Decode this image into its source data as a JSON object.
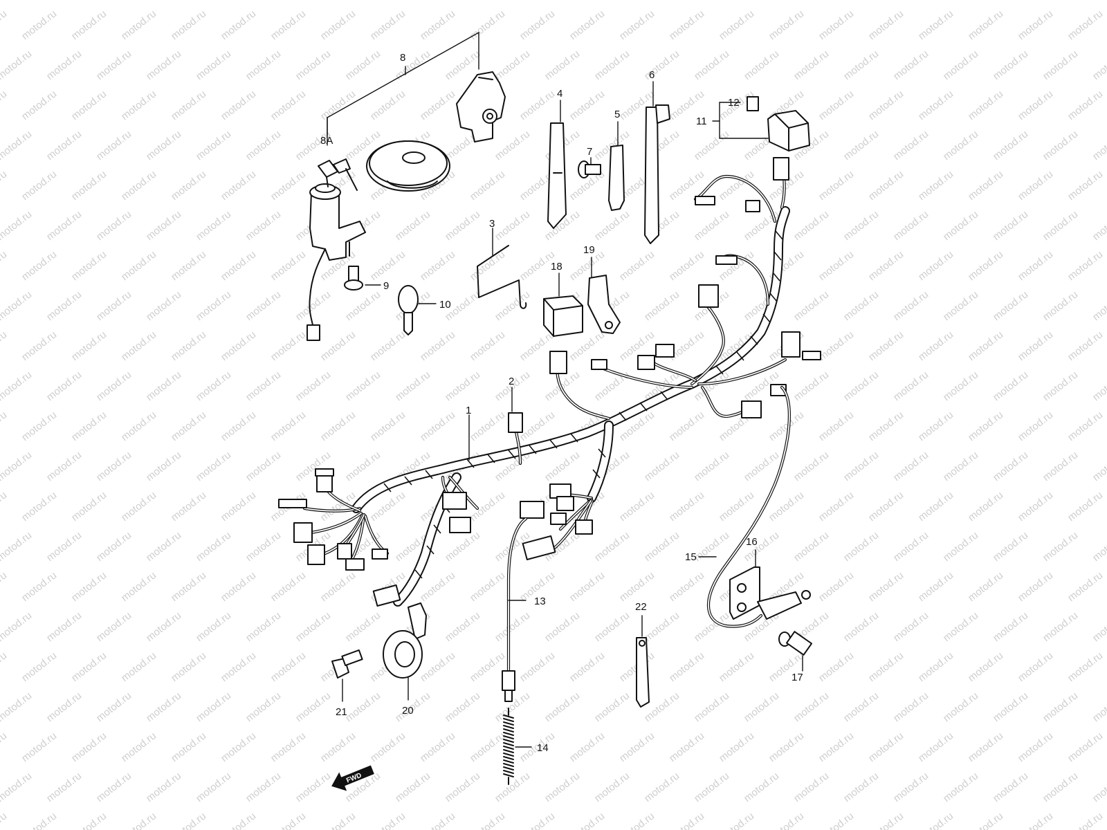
{
  "watermark": "motod.ru",
  "callouts": {
    "c1": "1",
    "c2": "2",
    "c3": "3",
    "c4": "4",
    "c5": "5",
    "c6": "6",
    "c7": "7",
    "c8": "8",
    "c8a": "8A",
    "c9": "9",
    "c10": "10",
    "c11": "11",
    "c12": "12",
    "c13": "13",
    "c14": "14",
    "c15": "15",
    "c16": "16",
    "c17": "17",
    "c18": "18",
    "c19": "19",
    "c20": "20",
    "c21": "21",
    "c22": "22"
  },
  "direction_label": "FWD",
  "colors": {
    "line": "#111111",
    "watermark": "#cfcfcf",
    "background": "#ffffff"
  }
}
